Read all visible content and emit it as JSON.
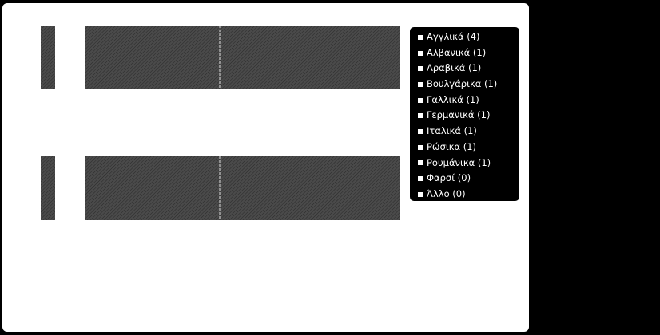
{
  "chart_data": {
    "type": "bar",
    "orientation": "horizontal",
    "stacked": true,
    "rows": [
      {
        "segments": [
          {
            "kind": "narrow"
          },
          {
            "kind": "wide"
          }
        ]
      },
      {
        "segments": [
          {
            "kind": "narrow"
          },
          {
            "kind": "wide"
          }
        ]
      }
    ],
    "legend": {
      "placement": "top-right",
      "items": [
        "Αγγλικά (4)",
        "Αλβανικά (1)",
        "Αραβικά (1)",
        "Βουλγάρικα (1)",
        "Γαλλικά (1)",
        "Γερμανικά (1)",
        "Ιταλικά (1)",
        "Ρώσικα (1)",
        "Ρουμάνικα (1)",
        "Φαρσί (0)",
        "Άλλο (0)"
      ]
    },
    "bar_fill": "#555555",
    "grid": false
  }
}
